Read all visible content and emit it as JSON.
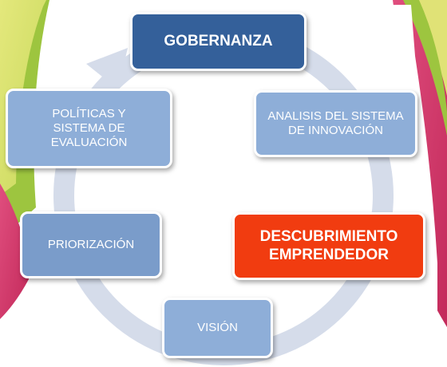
{
  "colors": {
    "yellow_green": "#d9e26a",
    "green": "#9dc53f",
    "pink": "#d23a6c",
    "cycle_arrow": "#d5dcea",
    "box_light": "#8eaed8",
    "box_mid": "#7a9cca",
    "box_dark_blue": "#34609a",
    "box_red": "#f13c10",
    "box_text": "#ffffff"
  },
  "cycle": {
    "steps": [
      {
        "id": "gobernanza",
        "label": "GOBERNANZA",
        "style": "dark-blue"
      },
      {
        "id": "analisis",
        "label": "ANALISIS DEL SISTEMA DE INNOVACIÓN",
        "style": "light"
      },
      {
        "id": "descubrimiento",
        "label": "DESCUBRIMIENTO EMPRENDEDOR",
        "style": "red"
      },
      {
        "id": "vision",
        "label": "VISIÓN",
        "style": "light"
      },
      {
        "id": "priorizacion",
        "label": "PRIORIZACIÓN",
        "style": "mid"
      },
      {
        "id": "politicas",
        "label": "POLÍTICAS Y SISTEMA DE EVALUACIÓN",
        "style": "light"
      }
    ]
  }
}
